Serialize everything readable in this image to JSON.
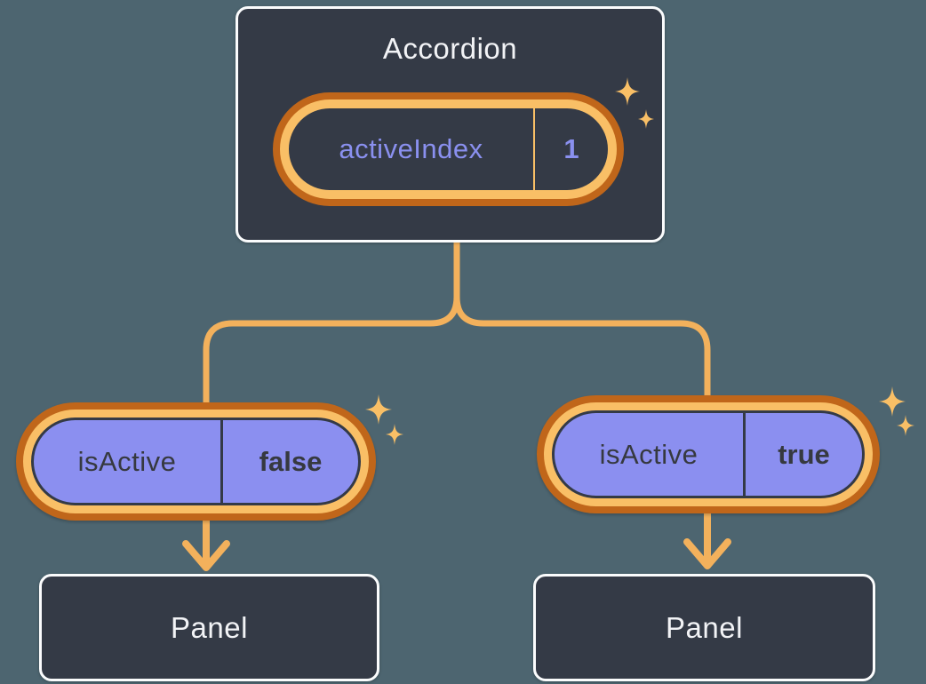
{
  "canvas": {
    "bg": "#4d6570"
  },
  "colors": {
    "canvas_bg": "#4d6570",
    "box_fill": "#343a46",
    "box_border": "#fbfcfd",
    "ring_outer": "#c0661a",
    "ring_inner": "#f9bf66",
    "line": "#f3b15c",
    "purple": "#8b8ff0",
    "text_light": "#f2f3f6",
    "text_dark": "#36393f",
    "accent": "#8a90ef"
  },
  "icons": {
    "sparkle": "four-point-star"
  },
  "diagram": {
    "root": {
      "title": "Accordion",
      "state": {
        "name": "activeIndex",
        "value": "1"
      }
    },
    "children": [
      {
        "prop": {
          "name": "isActive",
          "value": "false"
        },
        "node": {
          "title": "Panel"
        }
      },
      {
        "prop": {
          "name": "isActive",
          "value": "true"
        },
        "node": {
          "title": "Panel"
        }
      }
    ]
  }
}
